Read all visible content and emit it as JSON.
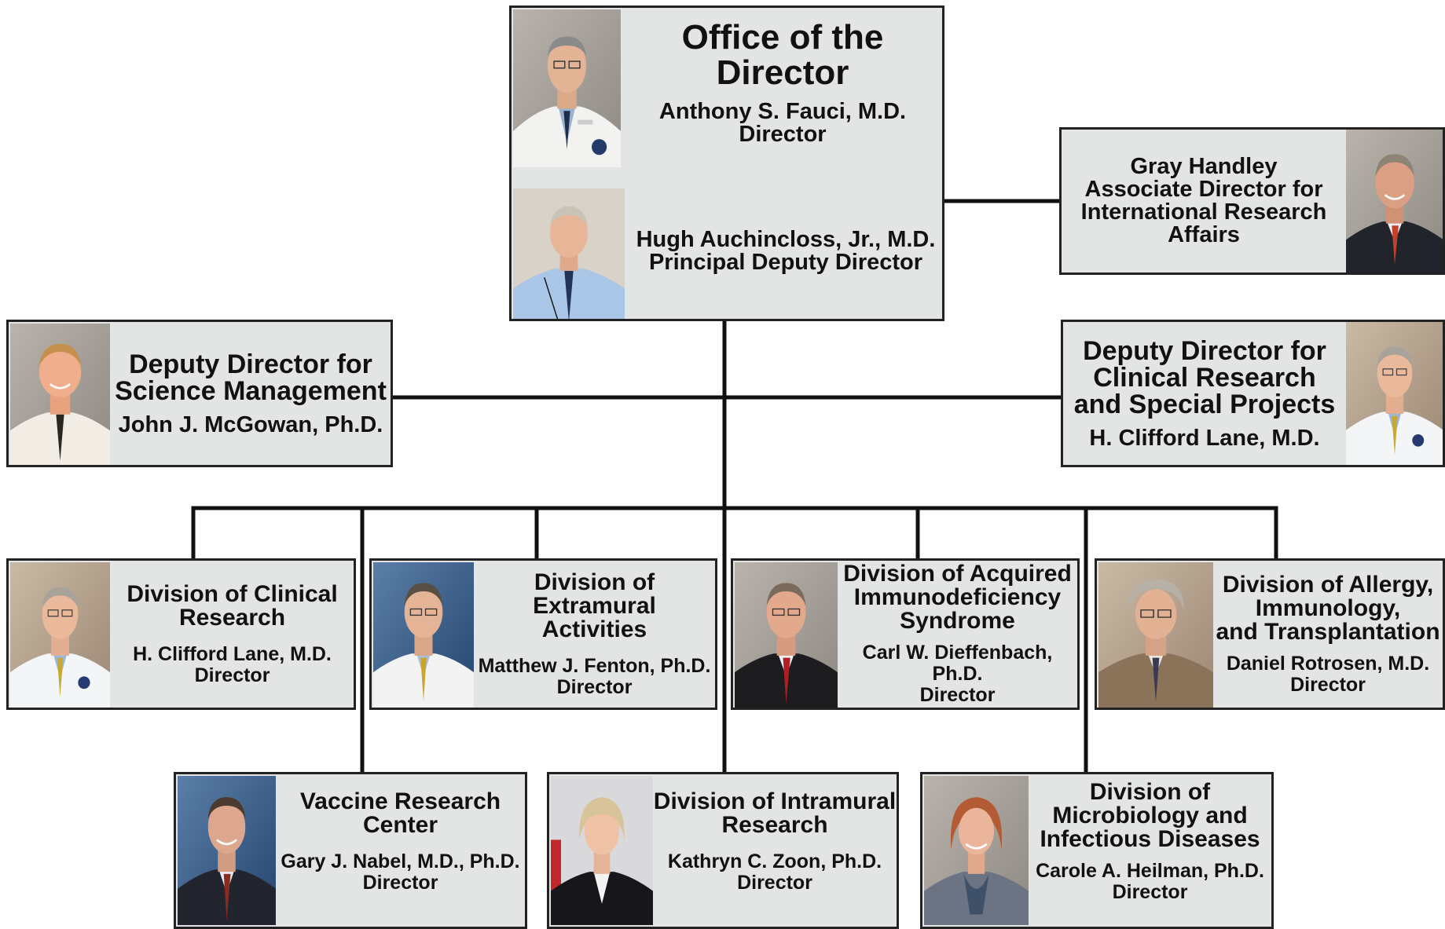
{
  "palette": {
    "box_fill": "#e3e4e4",
    "border": "#222222",
    "line": "#111111"
  },
  "office": {
    "title_line1": "Office of the",
    "title_line2": "Director",
    "director_name": "Anthony S. Fauci, M.D.",
    "director_role": "Director",
    "deputy_name": "Hugh Auchincloss, Jr., M.D.",
    "deputy_role": "Principal Deputy Director"
  },
  "international": {
    "name": "Gray Handley",
    "role_line1": "Associate Director for",
    "role_line2": "International Research",
    "role_line3": "Affairs"
  },
  "science_mgmt": {
    "title_line1": "Deputy Director for",
    "title_line2": "Science Management",
    "name": "John J. McGowan, Ph.D."
  },
  "clinical_special": {
    "title_line1": "Deputy Director for",
    "title_line2": "Clinical Research",
    "title_line3": "and Special Projects",
    "name": "H. Clifford Lane, M.D."
  },
  "divisions": [
    {
      "title_line1": "Division of Clinical",
      "title_line2": "Research",
      "title_line3": "",
      "name": "H. Clifford Lane, M.D.",
      "role": "Director"
    },
    {
      "title_line1": "Division of Extramural",
      "title_line2": "Activities",
      "title_line3": "",
      "name": "Matthew J. Fenton, Ph.D.",
      "role": "Director"
    },
    {
      "title_line1": "Division of Acquired",
      "title_line2": "Immunodeficiency",
      "title_line3": "Syndrome",
      "name": "Carl W. Dieffenbach, Ph.D.",
      "role": "Director"
    },
    {
      "title_line1": "Division of Allergy,",
      "title_line2": "Immunology,",
      "title_line3": "and Transplantation",
      "name": "Daniel Rotrosen, M.D.",
      "role": "Director"
    },
    {
      "title_line1": "Vaccine Research",
      "title_line2": "Center",
      "title_line3": "",
      "name": "Gary J. Nabel, M.D., Ph.D.",
      "role": "Director"
    },
    {
      "title_line1": "Division of Intramural",
      "title_line2": "Research",
      "title_line3": "",
      "name": "Kathryn C. Zoon, Ph.D.",
      "role": "Director"
    },
    {
      "title_line1": "Division of",
      "title_line2": "Microbiology and",
      "title_line3": "Infectious Diseases",
      "name": "Carole A. Heilman, Ph.D.",
      "role": "Director"
    }
  ]
}
